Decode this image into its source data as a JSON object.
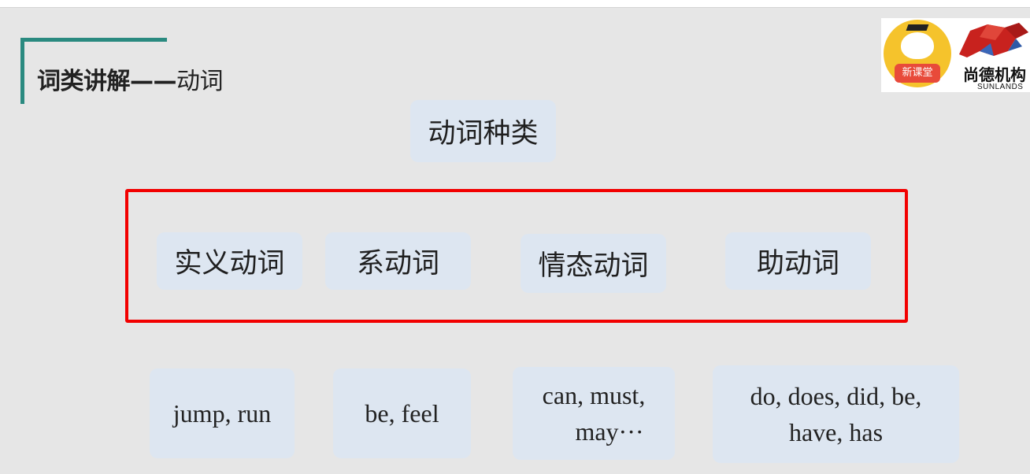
{
  "slide": {
    "title_main": "词类讲解——",
    "title_sub": "动词",
    "accent_color": "#2a8a80",
    "highlight_color": "#f20000",
    "box_color": "#dde6f1"
  },
  "logo": {
    "badge": "新课堂",
    "name": "尚德机构",
    "name_en": "SUNLANDS"
  },
  "diagram": {
    "root": "动词种类",
    "categories": [
      "实义动词",
      "系动词",
      "情态动词",
      "助动词"
    ],
    "examples": [
      [
        "jump, run"
      ],
      [
        "be, feel"
      ],
      [
        "can, must,",
        "may···"
      ],
      [
        "do, does, did, be,",
        "have, has"
      ]
    ]
  }
}
